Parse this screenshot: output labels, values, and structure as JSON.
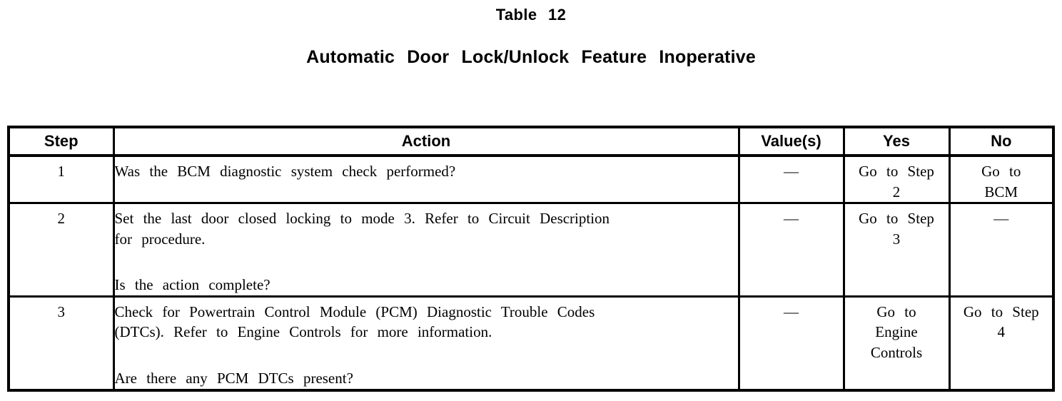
{
  "page": {
    "title": "Table 12",
    "subtitle": "Automatic Door Lock/Unlock Feature Inoperative"
  },
  "table": {
    "headers": {
      "step": "Step",
      "action": "Action",
      "values": "Value(s)",
      "yes": "Yes",
      "no": "No"
    },
    "rows": [
      {
        "step": "1",
        "action": "Was the BCM diagnostic system check performed?",
        "question": "",
        "values": "—",
        "yes": "Go to Step\n2",
        "no": "Go to\nBCM"
      },
      {
        "step": "2",
        "action": "Set the last door closed locking to mode 3. Refer to Circuit Description\nfor procedure.",
        "question": "Is the action complete?",
        "values": "—",
        "yes": "Go to Step\n3",
        "no": "—"
      },
      {
        "step": "3",
        "action": "Check for Powertrain Control Module (PCM) Diagnostic Trouble Codes\n(DTCs). Refer to Engine Controls for more information.",
        "question": "Are there any PCM DTCs present?",
        "values": "—",
        "yes": "Go to\nEngine\nControls",
        "no": "Go to Step\n4"
      }
    ]
  }
}
